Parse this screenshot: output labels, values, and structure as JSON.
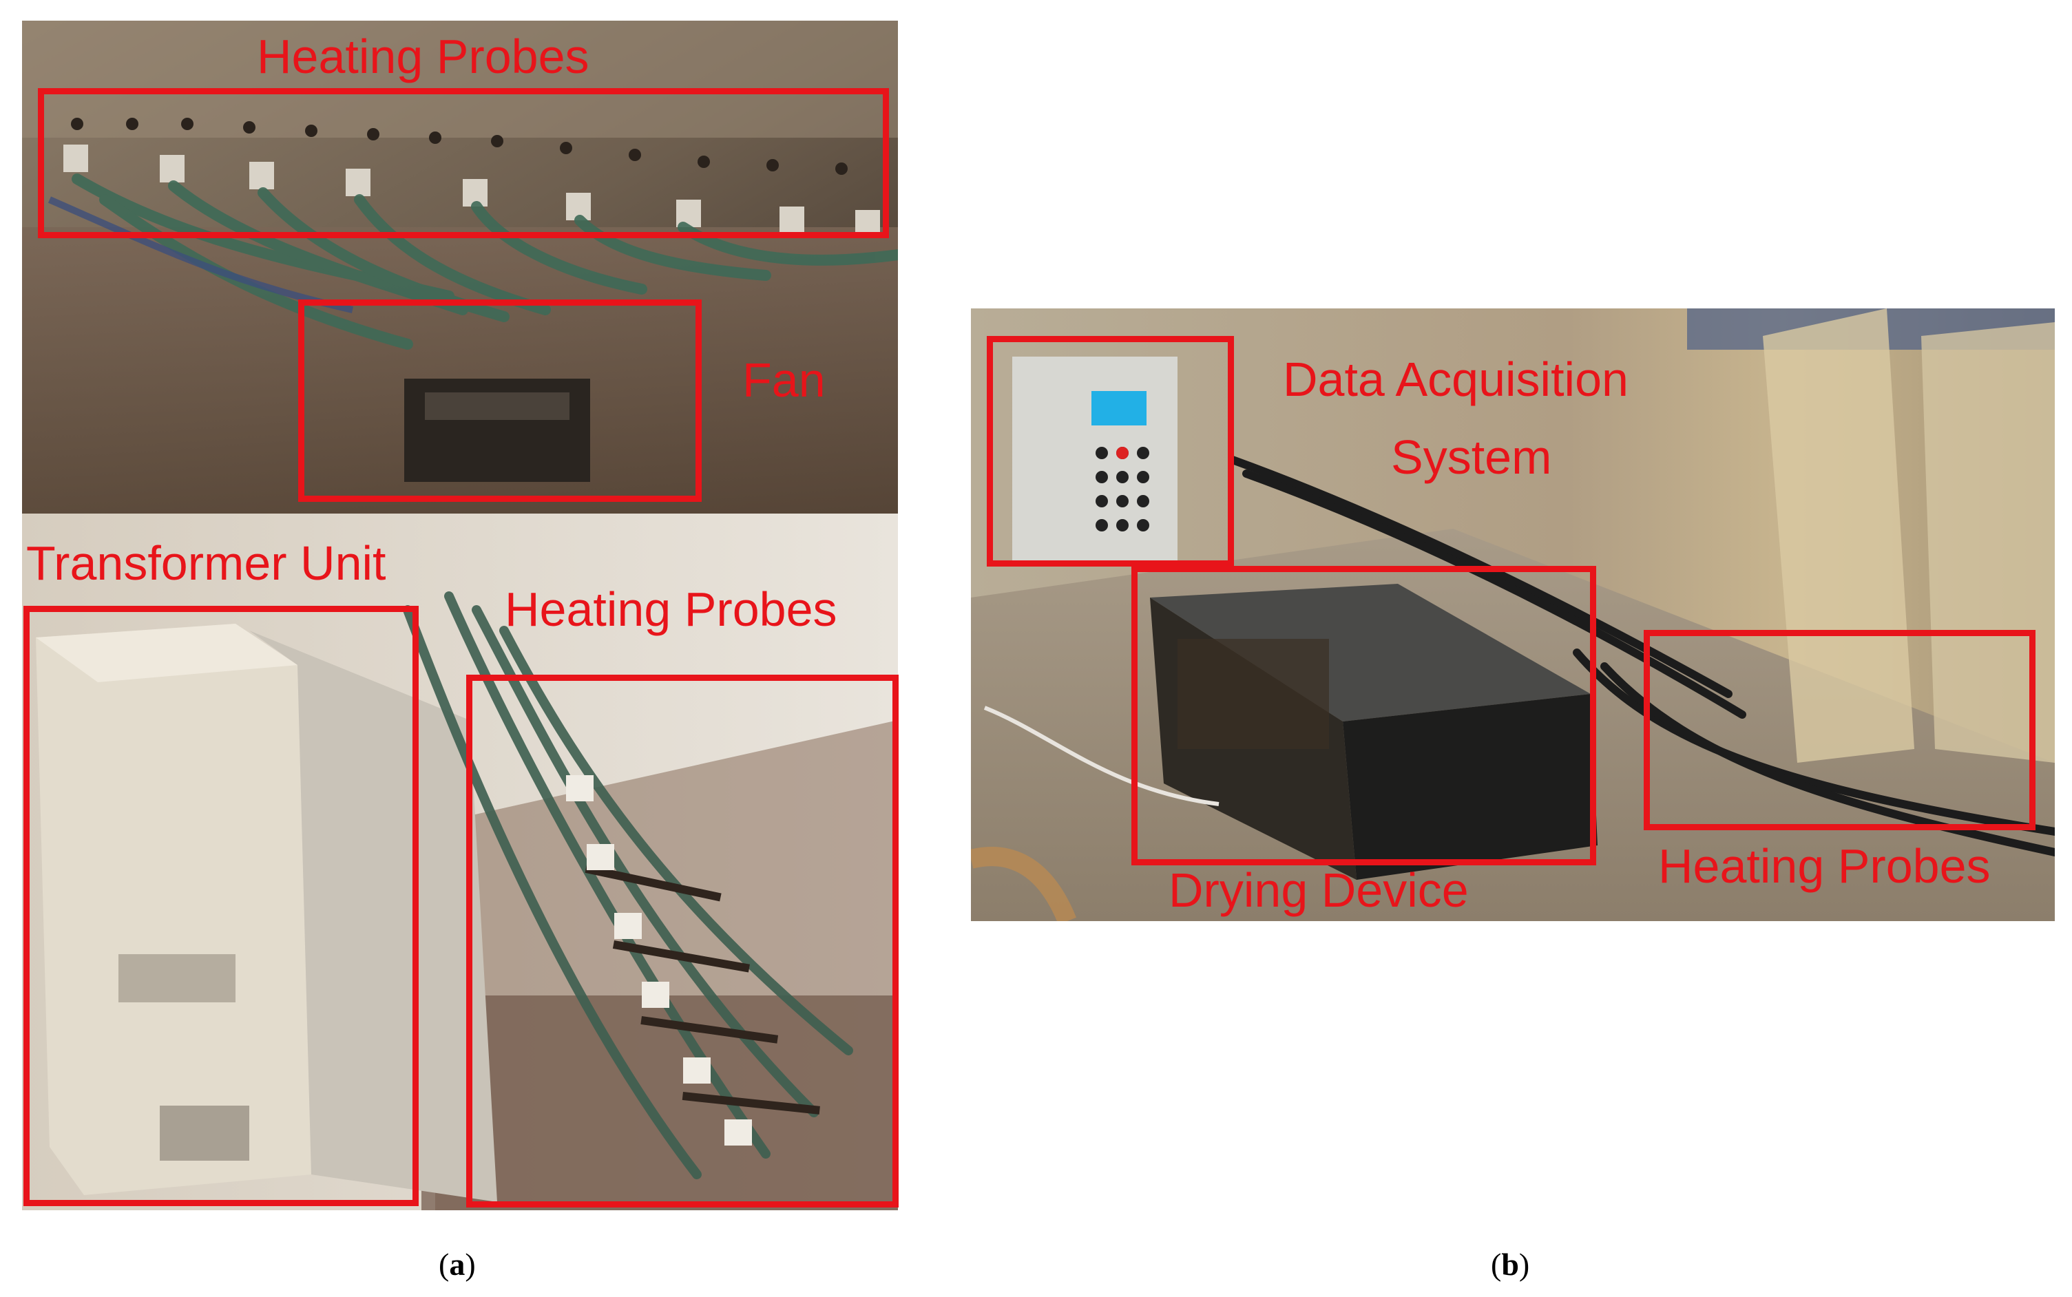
{
  "panel_a": {
    "labels": {
      "heating_probes_top": "Heating Probes",
      "fan": "Fan",
      "transformer_unit": "Transformer Unit",
      "heating_probes_bottom": "Heating Probes"
    },
    "caption": {
      "open": "(",
      "letter": "a",
      "close": ")"
    }
  },
  "panel_b": {
    "labels": {
      "daq_line1": "Data Acquisition",
      "daq_line2": "System",
      "drying_device": "Drying Device",
      "heating_probes": "Heating Probes"
    },
    "caption": {
      "open": "(",
      "letter": "b",
      "close": ")"
    }
  },
  "colors": {
    "annotation_red": "#e8141a"
  }
}
